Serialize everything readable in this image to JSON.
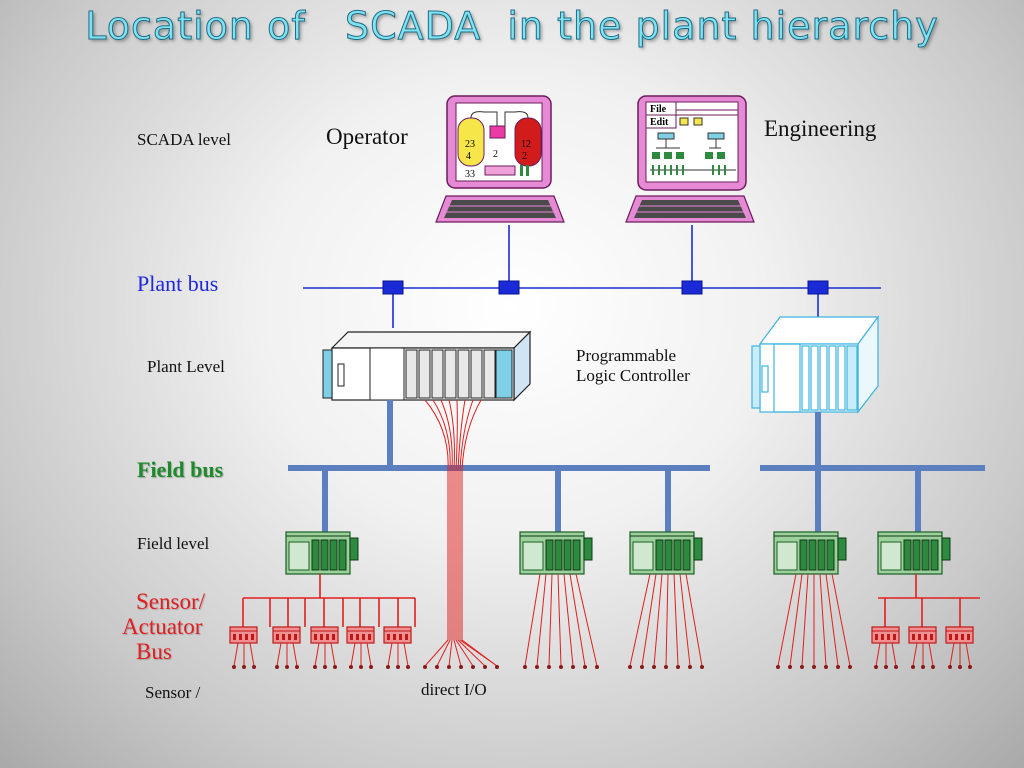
{
  "title": "Location of   SCADA  in the plant hierarchy",
  "levels": {
    "scada_level": "SCADA level",
    "plant_bus": "Plant bus",
    "plant_level": "Plant Level",
    "field_bus": "Field bus",
    "field_level": "Field level",
    "sensor_actuator_bus": [
      "Sensor/",
      "Actuator",
      "Bus"
    ],
    "sensor": "Sensor /"
  },
  "stations": {
    "operator": "Operator",
    "engineering": "Engineering",
    "operator_screen_numbers": [
      "23",
      "4",
      "2",
      "12",
      "2",
      "33"
    ],
    "engineering_menu": [
      "File",
      "Edit"
    ]
  },
  "plc_label": [
    "Programmable",
    "Logic Controller"
  ],
  "direct_io": "direct I/O",
  "colors": {
    "plant_bus": "#1d2ad8",
    "field_bus": "#5b7fbf",
    "sensor_bus": "#e11f1f",
    "monitor_frame": "#e78ad6",
    "field_module": "#2d8a3e",
    "plc_engineering": "#3fb3e0"
  },
  "icons": [
    "monitor-icon",
    "keyboard-icon",
    "plc-rack-icon",
    "field-module-icon",
    "sensor-block-icon"
  ]
}
